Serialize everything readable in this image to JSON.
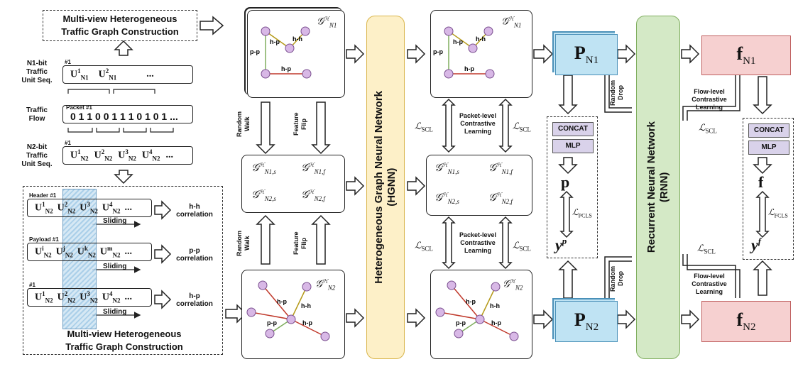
{
  "left": {
    "top_title_line1": "Multi-view Heterogeneous",
    "top_title_line2": "Traffic Graph Construction",
    "bottom_title_line1": "Multi-view Heterogeneous",
    "bottom_title_line2": "Traffic Graph Construction",
    "n1_label_1": "N1-bit",
    "n1_label_2": "Traffic",
    "n1_label_3": "Unit Seq.",
    "flow_label_1": "Traffic",
    "flow_label_2": "Flow",
    "n2_label_1": "N2-bit",
    "n2_label_2": "Traffic",
    "n2_label_3": "Unit Seq.",
    "packet_tag": "Packet #1",
    "bits": "0 1 1 0 0 1 1 1 0 1 0 1 ...",
    "hash": "#1",
    "header_tag": "Header #1",
    "payload_tag": "Payload #1",
    "sliding": "Sliding",
    "hh_corr_1": "h-h",
    "hh_corr_2": "correlation",
    "pp_corr_1": "p-p",
    "pp_corr_2": "correlation",
    "hp_corr_1": "h-p",
    "hp_corr_2": "correlation",
    "ellipsis": "..."
  },
  "mid": {
    "random_walk_1": "Random",
    "random_walk_2": "Walk",
    "feature_flip_1": "Feature",
    "feature_flip_2": "Flip",
    "edge_hh": "h-h",
    "edge_hp": "h-p",
    "edge_pp": "p-p"
  },
  "hgnn": {
    "label_1": "Heterogeneous Graph Neural Network",
    "label_2": "(HGNN)",
    "fill": "#fdf0c8",
    "border": "#d9b54a"
  },
  "contrast": {
    "packet_1": "Packet-level",
    "packet_2": "Contrastive",
    "packet_3": "Learning",
    "flow_1": "Flow-level",
    "flow_2": "Contrastive",
    "flow_3": "Learning",
    "scl": "ℒ",
    "scl_sub": "SCL",
    "pcls_sub": "PCLS",
    "fcls_sub": "FCLS"
  },
  "rnn": {
    "label_1": "Recurrent Neural Network",
    "label_2": "(RNN)",
    "fill": "#d4e9c6",
    "border": "#7fae5e"
  },
  "outputs": {
    "p_fill": "#bfe3f3",
    "f_fill": "#f6d0d0",
    "concat": "CONCAT",
    "mlp": "MLP",
    "random_drop_1": "Random",
    "random_drop_2": "Drop"
  },
  "colors": {
    "node": "#d8b8e6",
    "hh": "#b59a1a",
    "hp": "#c0392b",
    "pp": "#7fae5e",
    "sq_orange": "#f7c59f",
    "sq_purple": "#d6c4ee",
    "sq_teal": "#a8dcdc",
    "sq_blue": "#c2d8f0"
  }
}
